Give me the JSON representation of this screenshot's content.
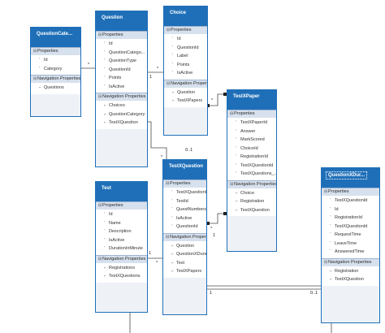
{
  "colors": {
    "header": "#1f6fb8",
    "line": "#4a4a4a"
  },
  "entities": {
    "question_category": {
      "title": "QuestionCate...",
      "sections": {
        "properties": "Properties",
        "navigation": "Navigation Properties"
      },
      "properties": [
        "Id",
        "Category"
      ],
      "navigation": [
        "Questions"
      ]
    },
    "question": {
      "title": "Question",
      "sections": {
        "properties": "Properties",
        "navigation": "Navigation Properties"
      },
      "properties": [
        "Id",
        "QuestionCatego...",
        "QuestionType",
        "QuestionId",
        "Points",
        "IsActive"
      ],
      "navigation": [
        "Choices",
        "QuestionCategory",
        "TestXQuestion"
      ]
    },
    "choice": {
      "title": "Choice",
      "sections": {
        "properties": "Properties",
        "navigation": "Navigation Properties"
      },
      "properties": [
        "Id",
        "QuestionId",
        "Label",
        "Points",
        "IsActive"
      ],
      "navigation": [
        "Question",
        "TestXPapers"
      ]
    },
    "test_x_paper": {
      "title": "TestXPaper",
      "sections": {
        "properties": "Properties",
        "navigation": "Navigation Properties"
      },
      "properties": [
        "TestXPaperId",
        "Answer",
        "MarkScored",
        "ChoiceId",
        "RegistrationId",
        "TestXQuestionId",
        "TestXQuestions_..."
      ],
      "navigation": [
        "Choice",
        "Registration",
        "TestXQuestion"
      ]
    },
    "test": {
      "title": "Test",
      "sections": {
        "properties": "Properties",
        "navigation": "Navigation Properties"
      },
      "properties": [
        "Id",
        "Name",
        "Description",
        "IsActive",
        "DurationInMinute"
      ],
      "navigation": [
        "Registrations",
        "TestXQuestions"
      ]
    },
    "test_x_question": {
      "title": "TestXQuestion",
      "sections": {
        "properties": "Properties",
        "navigation": "Navigation Properties"
      },
      "properties": [
        "TestXQuestionId",
        "TestId",
        "QuestNumbers",
        "IsActive",
        "QuestionId"
      ],
      "navigation": [
        "Question",
        "QuestionXDurati...",
        "Test",
        "TestXPapers"
      ]
    },
    "question_x_duration": {
      "title": "QuestionXDur...",
      "sections": {
        "properties": "Properties",
        "navigation": "Navigation Properties"
      },
      "properties": [
        "TestXQuestionId",
        "Id",
        "RegistrationId",
        "TestXQuestionId",
        "RequestTime",
        "LeaveTime",
        "AnsweredTime"
      ],
      "navigation": [
        "Registration",
        "TestXQuestion"
      ]
    }
  },
  "multiplicities": {
    "qc_one": "1",
    "qc_many": "*",
    "q_choice_one": "1",
    "q_choice_many": "*",
    "q_txq_one": "1",
    "q_txq_many": "*",
    "choice_txp_zero_one": "0..1",
    "choice_txp_many": "*",
    "test_txq_one": "1",
    "test_txq_many": "*",
    "txq_txp_many": "*",
    "txq_txp_one": "1",
    "txq_qxd_one": "1",
    "txq_qxd_zero_one": "0..1",
    "qxd_one": "1"
  }
}
